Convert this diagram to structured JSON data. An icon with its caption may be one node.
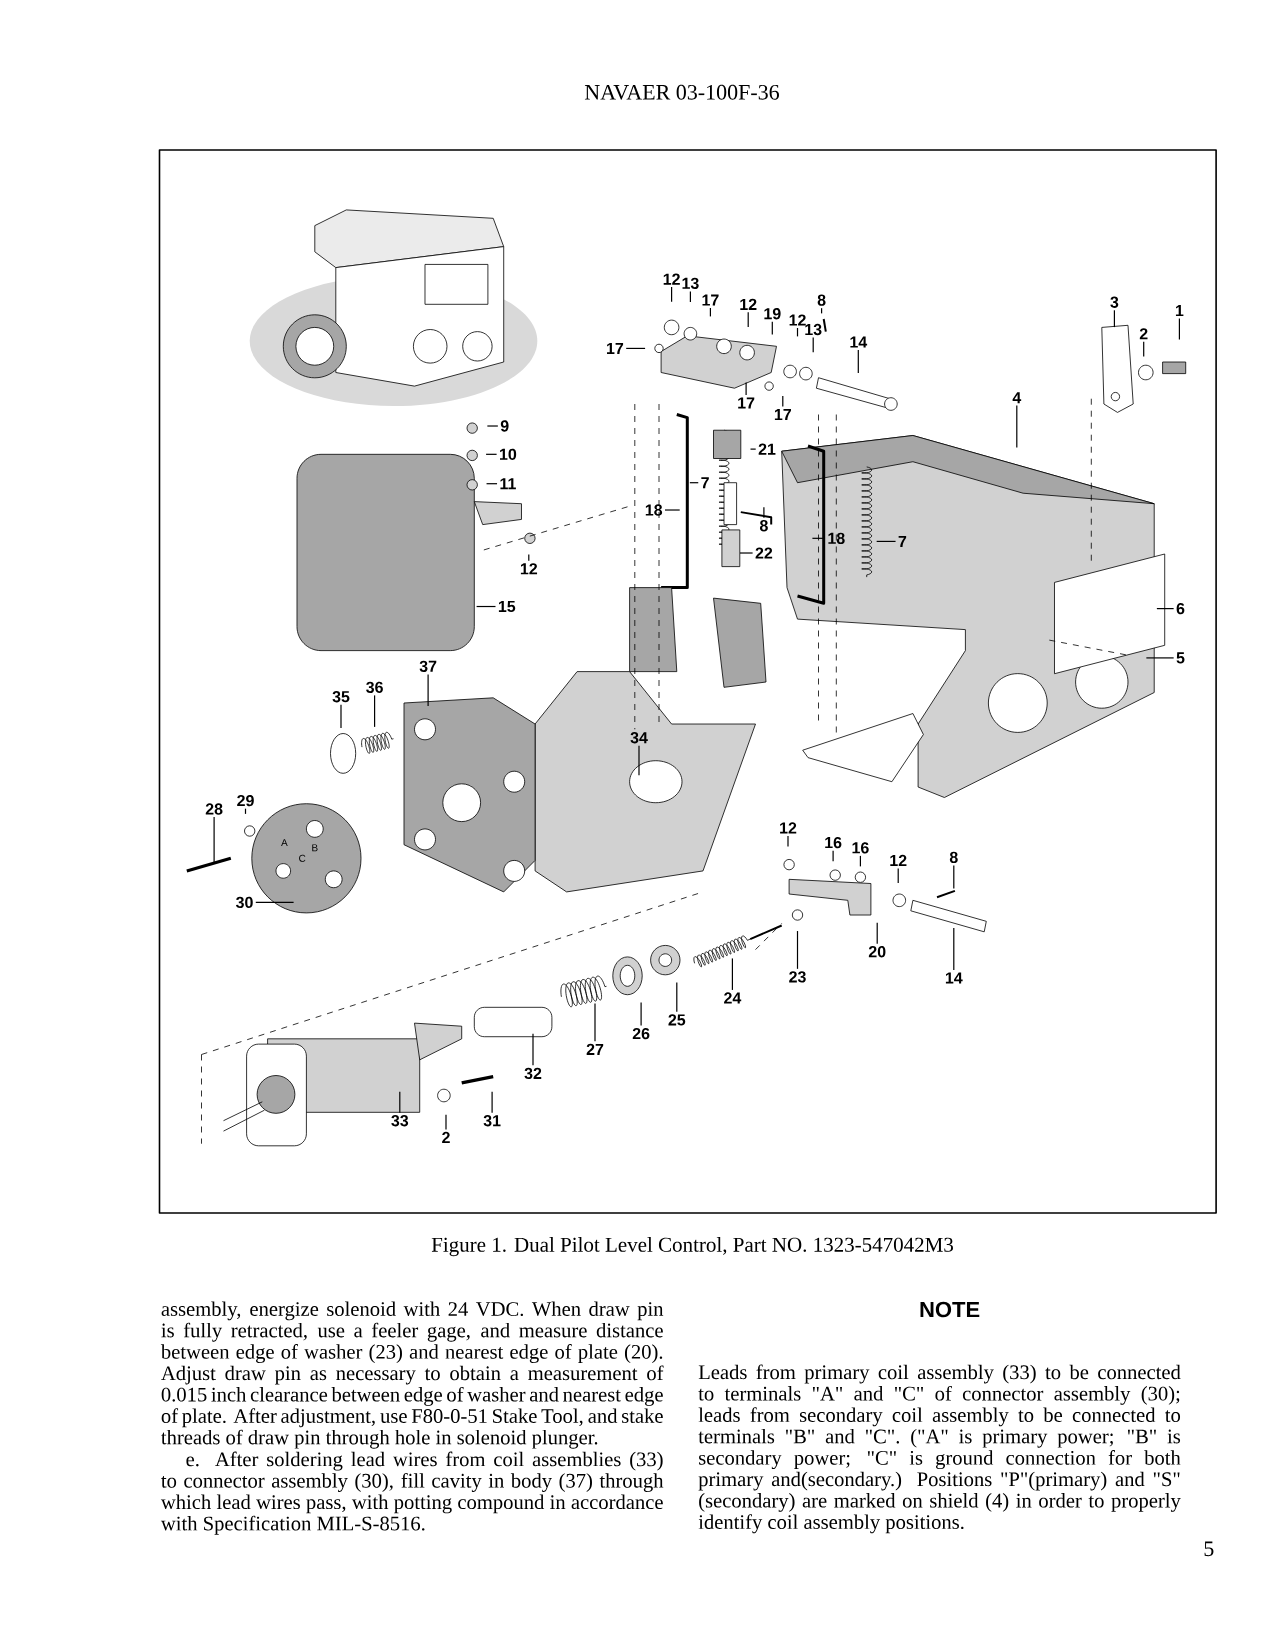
{
  "diagram": {
    "caption": "Figure 1. Dual Pilot Level Control, Part NO. 1323-547042M3",
    "nodes": [
      {
        "text": [
          "12"
        ]
      },
      {
        "text": [
          "13"
        ]
      },
      {
        "text": [
          "17"
        ]
      },
      {
        "text": [
          "12"
        ]
      },
      {
        "text": [
          "19"
        ]
      },
      {
        "text": [
          "12"
        ]
      },
      {
        "text": [
          "8"
        ]
      },
      {
        "text": [
          "13"
        ]
      },
      {
        "text": [
          "14"
        ]
      },
      {
        "text": [
          "3"
        ]
      },
      {
        "text": [
          "2"
        ]
      },
      {
        "text": [
          "1"
        ]
      },
      {
        "text": [
          "17"
        ]
      },
      {
        "text": [
          "17"
        ]
      },
      {
        "text": [
          "17"
        ]
      },
      {
        "text": [
          "4"
        ]
      },
      {
        "text": [
          "9"
        ]
      },
      {
        "text": [
          "10"
        ]
      },
      {
        "text": [
          "11"
        ]
      },
      {
        "text": [
          "12"
        ]
      },
      {
        "text": [
          "21"
        ]
      },
      {
        "text": [
          "7"
        ]
      },
      {
        "text": [
          "18"
        ]
      },
      {
        "text": [
          "8"
        ]
      },
      {
        "text": [
          "22"
        ]
      },
      {
        "text": [
          "18"
        ]
      },
      {
        "text": [
          "7"
        ]
      },
      {
        "text": [
          "15"
        ]
      },
      {
        "text": [
          "6"
        ]
      },
      {
        "text": [
          "5"
        ]
      },
      {
        "text": [
          "37"
        ]
      },
      {
        "text": [
          "35"
        ]
      },
      {
        "text": [
          "36"
        ]
      },
      {
        "text": [
          "34"
        ]
      },
      {
        "text": [
          "28"
        ]
      },
      {
        "text": [
          "29"
        ]
      },
      {
        "text": [
          "30"
        ]
      },
      {
        "text": [
          "12"
        ]
      },
      {
        "text": [
          "16"
        ]
      },
      {
        "text": [
          "16"
        ]
      },
      {
        "text": [
          "12"
        ]
      },
      {
        "text": [
          "8"
        ]
      },
      {
        "text": [
          "20"
        ]
      },
      {
        "text": [
          "14"
        ]
      },
      {
        "text": [
          "23"
        ]
      },
      {
        "text": [
          "24"
        ]
      },
      {
        "text": [
          "25"
        ]
      },
      {
        "text": [
          "26"
        ]
      },
      {
        "text": [
          "27"
        ]
      },
      {
        "text": [
          "32"
        ]
      },
      {
        "text": [
          "33"
        ]
      },
      {
        "text": [
          "2"
        ]
      },
      {
        "text": [
          "31"
        ]
      }
    ],
    "edges": [
      {
        "from": 0,
        "to": null,
        "arrow": "none"
      },
      {
        "from": 1,
        "to": null,
        "arrow": "none"
      },
      {
        "from": 2,
        "to": null,
        "arrow": "none"
      },
      {
        "from": 3,
        "to": null,
        "arrow": "none"
      },
      {
        "from": 4,
        "to": null,
        "arrow": "none"
      },
      {
        "from": 5,
        "to": null,
        "arrow": "none"
      },
      {
        "from": 6,
        "to": null,
        "arrow": "none"
      },
      {
        "from": 7,
        "to": null,
        "arrow": "none"
      },
      {
        "from": 8,
        "to": null,
        "arrow": "none"
      },
      {
        "from": 9,
        "to": null,
        "arrow": "none"
      },
      {
        "from": 10,
        "to": null,
        "arrow": "none"
      },
      {
        "from": 11,
        "to": null,
        "arrow": "none"
      },
      {
        "from": 12,
        "to": null,
        "arrow": "none"
      },
      {
        "from": 13,
        "to": null,
        "arrow": "none"
      },
      {
        "from": 14,
        "to": null,
        "arrow": "none"
      },
      {
        "from": 15,
        "to": null,
        "arrow": "none"
      },
      {
        "from": 16,
        "to": null,
        "arrow": "none"
      },
      {
        "from": 17,
        "to": null,
        "arrow": "none"
      },
      {
        "from": 18,
        "to": null,
        "arrow": "none"
      },
      {
        "from": 19,
        "to": null,
        "arrow": "none"
      },
      {
        "from": 20,
        "to": null,
        "arrow": "none"
      },
      {
        "from": 21,
        "to": null,
        "arrow": "none"
      },
      {
        "from": 22,
        "to": null,
        "arrow": "none"
      },
      {
        "from": 23,
        "to": null,
        "arrow": "none"
      },
      {
        "from": 24,
        "to": null,
        "arrow": "none"
      },
      {
        "from": 25,
        "to": null,
        "arrow": "none"
      },
      {
        "from": 26,
        "to": null,
        "arrow": "none"
      },
      {
        "from": 27,
        "to": null,
        "arrow": "none"
      },
      {
        "from": 28,
        "to": null,
        "arrow": "none"
      },
      {
        "from": 29,
        "to": null,
        "arrow": "none"
      },
      {
        "from": 30,
        "to": null,
        "arrow": "none"
      },
      {
        "from": 31,
        "to": null,
        "arrow": "none"
      },
      {
        "from": 32,
        "to": null,
        "arrow": "none"
      },
      {
        "from": 33,
        "to": null,
        "arrow": "none"
      },
      {
        "from": 34,
        "to": null,
        "arrow": "none"
      },
      {
        "from": 35,
        "to": null,
        "arrow": "none"
      },
      {
        "from": 36,
        "to": null,
        "arrow": "none"
      },
      {
        "from": 37,
        "to": null,
        "arrow": "none"
      },
      {
        "from": 38,
        "to": null,
        "arrow": "none"
      },
      {
        "from": 39,
        "to": null,
        "arrow": "none"
      },
      {
        "from": 40,
        "to": null,
        "arrow": "none"
      },
      {
        "from": 41,
        "to": null,
        "arrow": "none"
      },
      {
        "from": 42,
        "to": null,
        "arrow": "none"
      },
      {
        "from": 43,
        "to": null,
        "arrow": "none"
      },
      {
        "from": 44,
        "to": null,
        "arrow": "none"
      },
      {
        "from": 45,
        "to": null,
        "arrow": "none"
      },
      {
        "from": 46,
        "to": null,
        "arrow": "none"
      },
      {
        "from": 47,
        "to": null,
        "arrow": "none"
      },
      {
        "from": 48,
        "to": null,
        "arrow": "none"
      },
      {
        "from": 49,
        "to": null,
        "arrow": "none"
      },
      {
        "from": 50,
        "to": null,
        "arrow": "none"
      },
      {
        "from": 51,
        "to": null,
        "arrow": "none"
      },
      {
        "from": 52,
        "to": null,
        "arrow": "none"
      }
    ],
    "labels": [
      "NAVAER 03-100F-36",
      "A",
      "C",
      "B",
      "assembly, energize solenoid with 24 VDC. When draw pin is fully retracted, use a feeler gage, and measure distance between edge of washer (23) and nearest edge of plate (20). Adjust draw pin as necessary to obtain a measurement of 0.015 inch clearance between edge of washer and nearest edge of plate. After adjustment, use F80-0-51 Stake Tool, and stake threads of draw pin through hole in solenoid plunger.",
      "e. After soldering lead wires from coil assemblies (33) to connector assembly (30), fill cavity in body (37) through which lead wires pass, with potting compound in accordance with Specification MIL-S-8516.",
      "NOTE",
      "Leads from primary coil assembly (33) to be connected to terminals \"A\" and \"C\" of connector assembly (30); leads from secondary coil assembly to be connected to terminals \"B\" and \"C\". (\"A\" is primary power; \"B\" is secondary power; \"C\" is ground connection for both primary and(secondary.) Positions \"P\"(primary) and \"S\" (secondary) are marked on shield (4) in order to properly identify coil assembly positions.",
      "5"
    ]
  }
}
